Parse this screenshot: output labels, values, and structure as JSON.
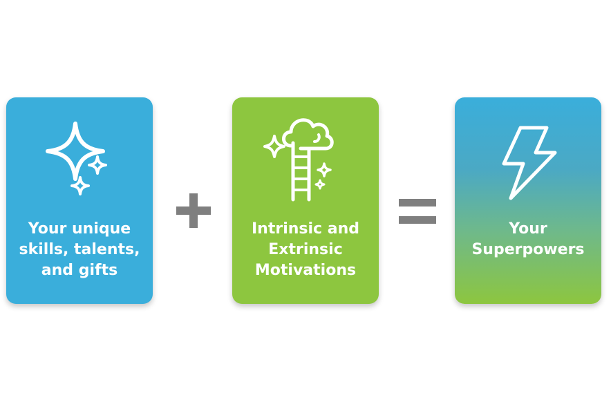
{
  "cards": [
    {
      "icon": "sparkles-icon",
      "lines": [
        "Your unique",
        "skills, talents,",
        "and gifts"
      ],
      "color": "#3AAEDB"
    },
    {
      "icon": "ladder-to-cloud-icon",
      "lines": [
        "Intrinsic and",
        "Extrinsic",
        "Motivations"
      ],
      "color": "#8DC63F"
    },
    {
      "icon": "lightning-bolt-icon",
      "lines": [
        "Your",
        "Superpowers"
      ],
      "gradient_top": "#3AAEDB",
      "gradient_bottom": "#8DC63F"
    }
  ],
  "operators": [
    {
      "symbol": "plus-icon",
      "color": "#7F7F7F"
    },
    {
      "symbol": "equals-icon",
      "color": "#7F7F7F"
    }
  ]
}
